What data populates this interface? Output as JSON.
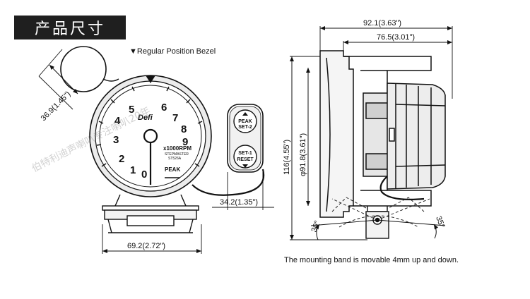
{
  "header": {
    "title": "产品尺寸"
  },
  "front_view": {
    "bezel_label": "▼Regular Position Bezel",
    "brand": "Defi",
    "dial_numbers": [
      "0",
      "1",
      "2",
      "3",
      "4",
      "5",
      "6",
      "7",
      "8",
      "9"
    ],
    "unit_label": "x1000RPM",
    "model_line1": "STEPMASTER",
    "model_line2": "ST526A",
    "peak_label": "PEAK",
    "buttons": {
      "top_line1": "PEAK",
      "top_line2": "SET-2",
      "bottom_line1": "SET-1",
      "bottom_line2": "RESET"
    },
    "dim_height": "36.9(1.45\")",
    "dim_width": "69.2(2.72\")",
    "dim_buttons": "34.2(1.35\")"
  },
  "side_view": {
    "dim_total": "92.1(3.63\")",
    "dim_body": "76.5(3.01\")",
    "dim_height": "116(4.55\")",
    "dim_diameter": "φ91.8(3.61\")",
    "angle_left": "30°",
    "angle_right": "35°",
    "note": "The mounting band is movable 4mm up and down."
  },
  "watermark": "伯特利迪声喇叭专注喇叭20年"
}
